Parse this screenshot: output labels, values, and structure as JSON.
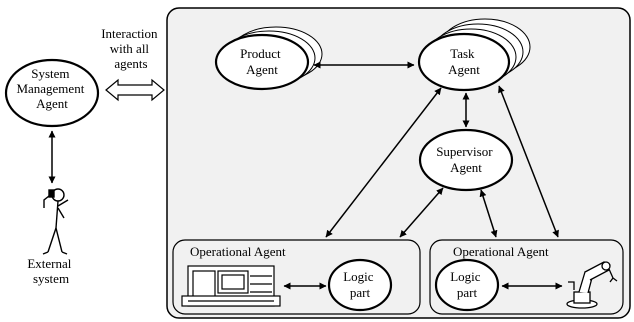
{
  "agents": {
    "system_management": [
      "System",
      "Management",
      "Agent"
    ],
    "product": [
      "Product",
      "Agent"
    ],
    "task": [
      "Task",
      "Agent"
    ],
    "supervisor": [
      "Supervisor",
      "Agent"
    ]
  },
  "interaction_label": [
    "Interaction",
    "with all",
    "agents"
  ],
  "external_system_label": [
    "External",
    "system"
  ],
  "operational_left": {
    "title": "Operational Agent",
    "logic": [
      "Logic",
      "part"
    ]
  },
  "operational_right": {
    "title": "Operational Agent",
    "logic": [
      "Logic",
      "part"
    ]
  },
  "colors": {
    "panel_fill": "#f1f1f1",
    "stroke": "#000000",
    "node_fill": "#ffffff"
  }
}
